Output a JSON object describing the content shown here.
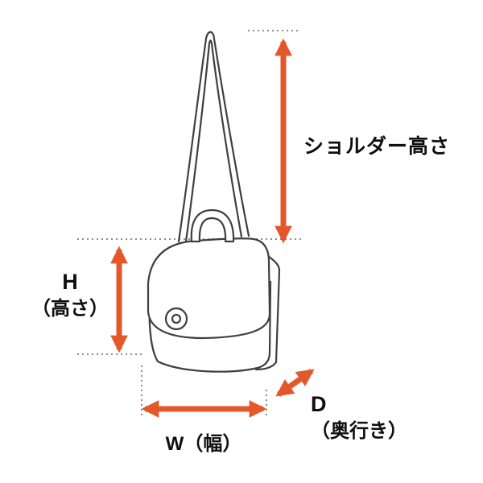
{
  "diagram": {
    "type": "product-dimension-diagram",
    "subject": "shoulder-bag-line-drawing",
    "labels": {
      "shoulder_height": "ショルダー高さ",
      "height_letter": "H",
      "height_sub": "（高さ）",
      "width": "W（幅）",
      "depth_letter": "D",
      "depth_sub": "（奥行き）"
    },
    "colors": {
      "arrow": "#e4572b",
      "line": "#3f3f3f",
      "dotted": "#8c8c8c",
      "text": "#0f0f0f",
      "background": "#ffffff"
    }
  }
}
